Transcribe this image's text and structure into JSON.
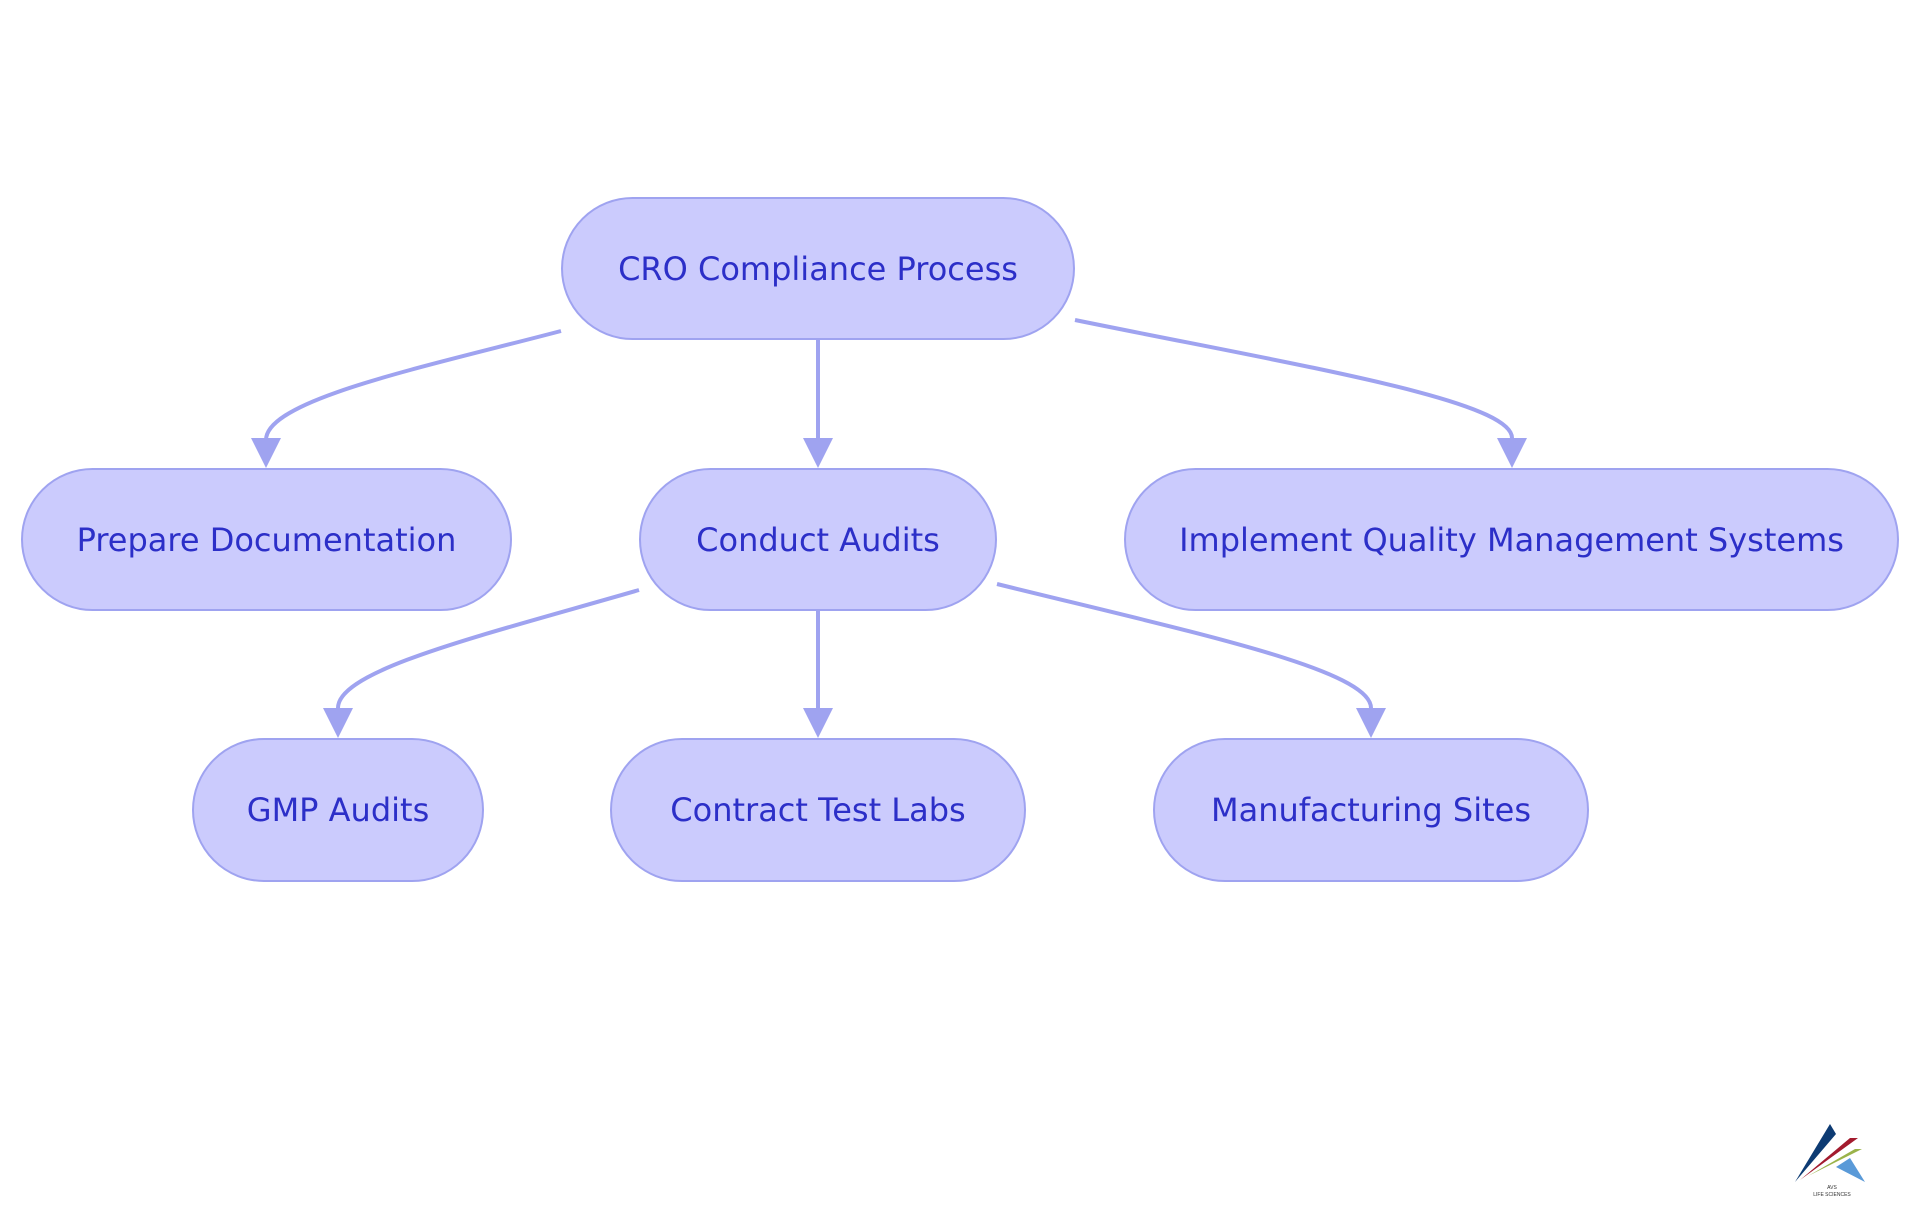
{
  "diagram": {
    "nodes": {
      "root": "CRO Compliance Process",
      "prepare": "Prepare Documentation",
      "conduct": "Conduct Audits",
      "implement": "Implement Quality Management Systems",
      "gmp": "GMP Audits",
      "labs": "Contract Test Labs",
      "sites": "Manufacturing Sites"
    },
    "edges": [
      [
        "CRO Compliance Process",
        "Prepare Documentation"
      ],
      [
        "CRO Compliance Process",
        "Conduct Audits"
      ],
      [
        "CRO Compliance Process",
        "Implement Quality Management Systems"
      ],
      [
        "Conduct Audits",
        "GMP Audits"
      ],
      [
        "Conduct Audits",
        "Contract Test Labs"
      ],
      [
        "Conduct Audits",
        "Manufacturing Sites"
      ]
    ],
    "colors": {
      "node_fill": "#cbcbfd",
      "node_stroke": "#9fa3f0",
      "text": "#2c2fc8",
      "edge": "#9fa3f0"
    }
  },
  "logo": {
    "name": "AVS",
    "subtitle": "LIFE SCIENCES"
  }
}
